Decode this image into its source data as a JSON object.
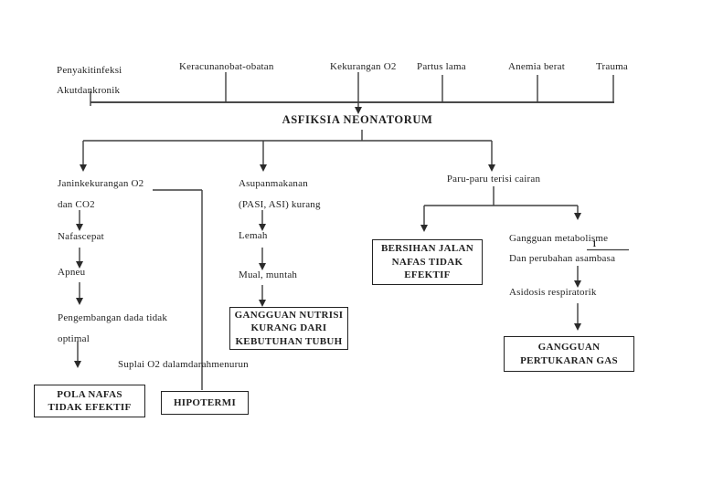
{
  "colors": {
    "line": "#3f3f3f",
    "top_line": "#4a4a4a",
    "text": "#1f1f1f",
    "box_border": "#222222",
    "background": "#ffffff"
  },
  "causes": {
    "items": [
      {
        "label": "Penyakitinfeksi\nAkutdankronik"
      },
      {
        "label": "Keracunanobat-obatan"
      },
      {
        "label": "Kekurangan O2"
      },
      {
        "label": "Partus lama"
      },
      {
        "label": "Anemia berat"
      },
      {
        "label": "Trauma"
      }
    ]
  },
  "title": "ASFIKSIA NEONATORUM",
  "left_branch": {
    "node1": "Janinkekurangan O2\ndan CO2",
    "node2": "Nafascepat",
    "node3": "Apneu",
    "node4": "Pengembangan dada tidak\noptimal",
    "outcome_box": "POLA NAFAS\nTIDAK EFEKTIF",
    "side_label": "Suplai O2 dalamdarahmenurun",
    "side_box": "HIPOTERMI"
  },
  "middle_branch": {
    "node1": "Asupanmakanan\n(PASI, ASI) kurang",
    "node2": "Lemah",
    "node3": "Mual, muntah",
    "outcome_box": "GANGGUAN NUTRISI\nKURANG DARI\nKEBUTUHAN TUBUH"
  },
  "right_branch": {
    "node1": "Paru-paru terisi cairan",
    "outcome_box_left": "BERSIHAN JALAN\nNAFAS TIDAK\nEFEKTIF",
    "node2": "Gangguan metabolisme\nDan perubahan asambasa",
    "footnote_marker": "1",
    "node3": "Asidosis respiratorik",
    "outcome_box_right": "GANGGUAN\nPERTUKARAN GAS"
  }
}
